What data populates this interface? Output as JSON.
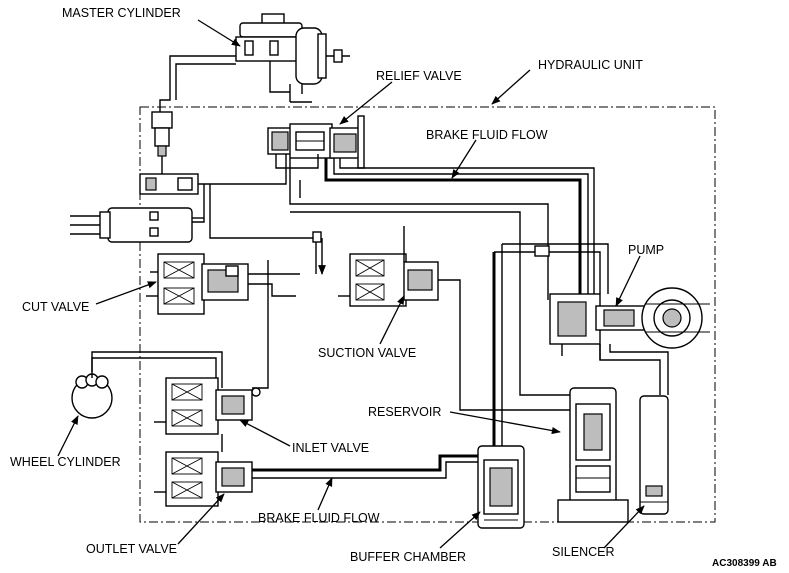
{
  "labels": {
    "master_cylinder": "MASTER CYLINDER",
    "relief_valve": "RELIEF VALVE",
    "hydraulic_unit": "HYDRAULIC UNIT",
    "brake_fluid_flow_top": "BRAKE FLUID FLOW",
    "pump": "PUMP",
    "cut_valve": "CUT VALVE",
    "suction_valve": "SUCTION VALVE",
    "reservoir": "RESERVOIR",
    "wheel_cylinder": "WHEEL CYLINDER",
    "inlet_valve": "INLET VALVE",
    "brake_fluid_flow_bottom": "BRAKE FLUID FLOW",
    "outlet_valve": "OUTLET VALVE",
    "buffer_chamber": "BUFFER CHAMBER",
    "silencer": "SILENCER"
  },
  "figure_code": "AC308399 AB"
}
